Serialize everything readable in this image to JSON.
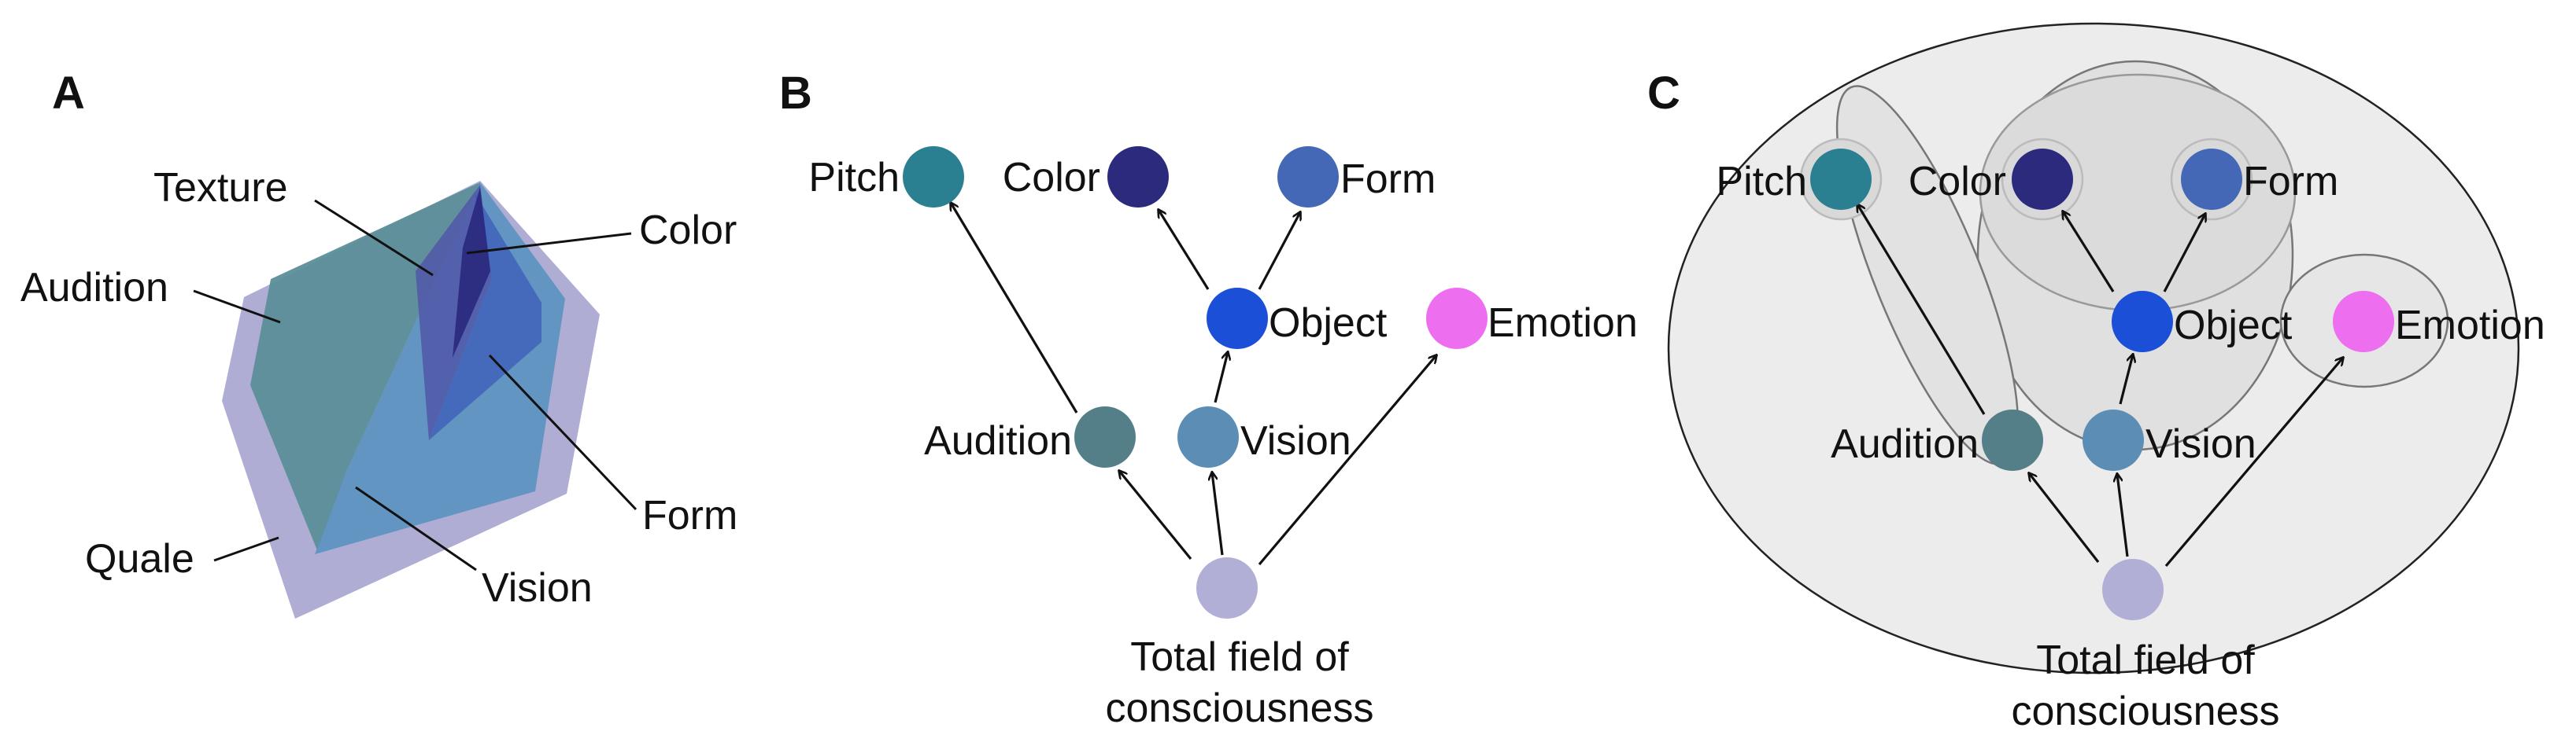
{
  "panels": [
    {
      "letter": "A"
    },
    {
      "letter": "B"
    },
    {
      "letter": "C"
    }
  ],
  "panel_a": {
    "labels": {
      "texture": "Texture",
      "color": "Color",
      "audition": "Audition",
      "form": "Form",
      "quale": "Quale",
      "vision": "Vision"
    },
    "colors": {
      "quale": "#a8a6cf",
      "audition": "#5c8e98",
      "vision": "#5a92bf",
      "texture": "#5157a8",
      "color": "#2b2a80",
      "form": "#3d5cb8"
    }
  },
  "panel_b": {
    "nodes": {
      "pitch": "Pitch",
      "color": "Color",
      "form": "Form",
      "object": "Object",
      "emotion": "Emotion",
      "audition": "Audition",
      "vision": "Vision",
      "total_line1": "Total field of",
      "total_line2": "consciousness"
    }
  },
  "panel_c": {
    "nodes": {
      "pitch": "Pitch",
      "color": "Color",
      "form": "Form",
      "object": "Object",
      "emotion": "Emotion",
      "audition": "Audition",
      "vision": "Vision",
      "total_line1": "Total field of",
      "total_line2": "consciousness"
    }
  },
  "node_colors": {
    "pitch": "#2a8090",
    "color": "#2b2a7c",
    "form": "#4468b5",
    "object": "#1b4fd8",
    "emotion": "#ee6ef0",
    "audition": "#557f88",
    "vision": "#5b8db5",
    "total": "#b1afd6"
  }
}
